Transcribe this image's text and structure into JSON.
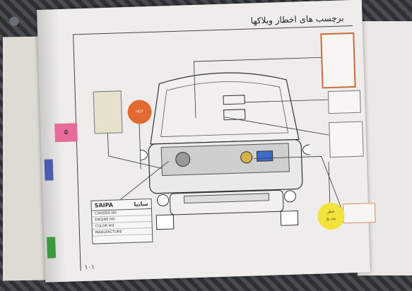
{
  "page": {
    "title": "برچسب های اخطار وبلاکها",
    "section_tab": "۵",
    "page_number": "۱۰۱"
  },
  "labels": {
    "saipa_brand_en": "SAIPA",
    "saipa_brand_fa": "سایپا",
    "saipa_rows": [
      "CHASSIS NO",
      "ENGINE NO",
      "COLOR NO",
      "MANUFACTURE"
    ],
    "orange_sticker": "HOT",
    "yellow_sticker_line1": "خطر",
    "yellow_sticker_line2": "ضد یخ"
  },
  "colors": {
    "page": "#eeedec",
    "pink_tab": "#e66a9a",
    "orange_sticker": "#e2692f",
    "yellow_sticker": "#f2e23a"
  }
}
